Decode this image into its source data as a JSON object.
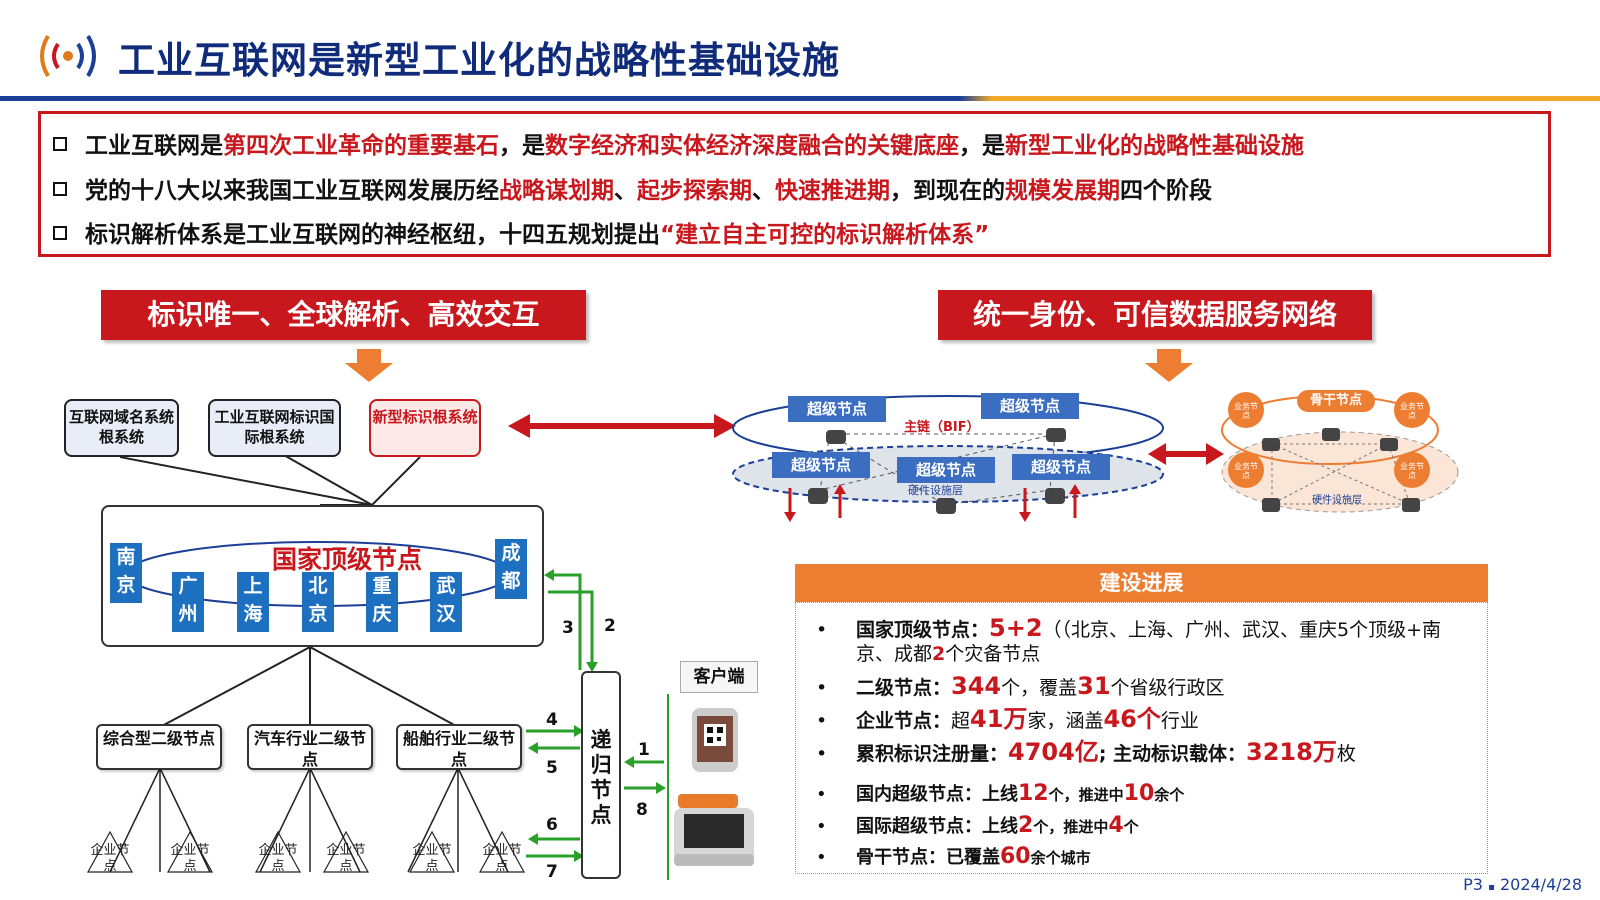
{
  "header": {
    "title": "工业互联网是新型工业化的战略性基础设施"
  },
  "intro": {
    "line1": {
      "p1": "工业互联网是",
      "r1": "第四次工业革命的重要基石",
      "p2": "，是",
      "r2": "数字经济和实体经济深度融合的关键底座",
      "p3": "，是",
      "r3": "新型工业化的战略性基础设施"
    },
    "line2": {
      "p1": "党的十八大以来我国工业互联网发展历经",
      "r1": "战略谋划期",
      "p2": "、",
      "r2": "起步探索期",
      "p3": "、",
      "r3": "快速推进期",
      "p4": "，到现在的",
      "r4": "规模发展期",
      "p5": "四个阶段"
    },
    "line3": {
      "p1": "标识解析体系是工业互联网的神经枢纽，十四五规划提出",
      "r1": "“建立自主可控的标识解析体系”"
    }
  },
  "banners": {
    "left": "标识唯一、全球解析、高效交互",
    "right": "统一身份、可信数据服务网络"
  },
  "hierarchy": {
    "roots": [
      "互联网域名系统根系统",
      "工业互联网标识国际根系统",
      "新型标识根系统"
    ],
    "national_title": "国家顶级节点",
    "national_nodes": [
      "南京",
      "广州",
      "上海",
      "北京",
      "重庆",
      "武汉",
      "成都"
    ],
    "secondary": [
      "综合型二级节点",
      "汽车行业二级节点",
      "船舶行业二级节点"
    ],
    "enterprise_label": "企业节点",
    "recursive_node": "递归节点",
    "client_label": "客户端",
    "step_numbers": [
      "1",
      "2",
      "3",
      "4",
      "5",
      "6",
      "7",
      "8"
    ]
  },
  "network": {
    "super_node": "超级节点",
    "main_chain": "主链（BIF）",
    "hardware_layer": "硬件设施层",
    "backbone_node": "骨干节点",
    "business_node": "业务节点",
    "hardware_layer_right": "硬件设施层"
  },
  "progress": {
    "title": "建设进展",
    "items": [
      {
        "label": "国家顶级节点：",
        "value": "5+2",
        "text": "（（北京、上海、广州、武汉、重庆5个顶级+南",
        "text2_a": "京、成都",
        "text2_b": "2",
        "text2_c": "个灾备节点"
      },
      {
        "label": "二级节点：",
        "value": "344",
        "t1": "个，覆盖",
        "v2": "31",
        "t2": "个省级行政区"
      },
      {
        "label": "企业节点：",
        "t0": "超",
        "value": "41万",
        "t1": "家，涵盖",
        "v2": "46个",
        "t2": "行业"
      },
      {
        "label": "累积标识注册量：",
        "value": "4704亿",
        "t1": "; 主动标识载体：",
        "v2": "3218万",
        "t2": "枚"
      },
      {
        "label": "国内超级节点：上线",
        "value": "12",
        "t1": "个，推进中",
        "v2": "10",
        "t2": "余个"
      },
      {
        "label": "国际超级节点：上线",
        "value": "2",
        "t1": "个，推进中",
        "v2": "4",
        "t2": "个"
      },
      {
        "label": "骨干节点：已覆盖",
        "value": "60",
        "t1": "余个城市"
      }
    ]
  },
  "footer": {
    "page": "P3",
    "sep": "▪",
    "date": "2024/4/28"
  },
  "colors": {
    "brand_red": "#c8171d",
    "brand_blue": "#1b3f97",
    "orange": "#ed7d31",
    "node_blue": "#1d6fc0",
    "arrow_green": "#2aa02a"
  }
}
